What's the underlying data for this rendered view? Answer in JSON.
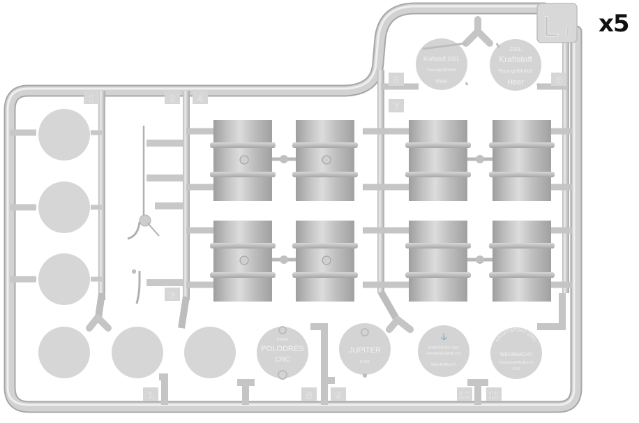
{
  "sprue": {
    "letter": "L",
    "sub_letter": "f",
    "quantity": "x5",
    "part_numbers": [
      "1",
      "2",
      "4",
      "5",
      "7",
      "6",
      "3",
      "1",
      "8",
      "9",
      "10",
      "11"
    ]
  },
  "decals": {
    "top_left": {
      "line1": "Kraftstoff 200L",
      "line2": "Feuergefährlich",
      "line3": "Heer"
    },
    "top_right": {
      "line0": "200L",
      "line1": "Kraftstoff",
      "line2": "Feuergefährlich",
      "line3": "Heer"
    },
    "bottom_1": {
      "line0": "B-4296",
      "line1": "POLODRES",
      "line2": "CRC"
    },
    "bottom_2": {
      "line1": "JUPITER",
      "line2": "B-296"
    },
    "bottom_3": {
      "line1": "KRAFTSTOFF 200L",
      "line2": "FEUERGEFÄHRLICH",
      "line3": "WEHRMACHT"
    },
    "bottom_4": {
      "arc": "KRAFTSTOFF 200L",
      "line1": "WEHRMACHT",
      "line2": "FEUERGEFÄHRLICH",
      "line3": "1941"
    }
  },
  "colors": {
    "plastic": "#c9c9c9",
    "plastic_dark": "#a9a9a9",
    "plastic_light": "#e6e6e6",
    "tag": "#d5d5d5",
    "text": "#111111"
  }
}
